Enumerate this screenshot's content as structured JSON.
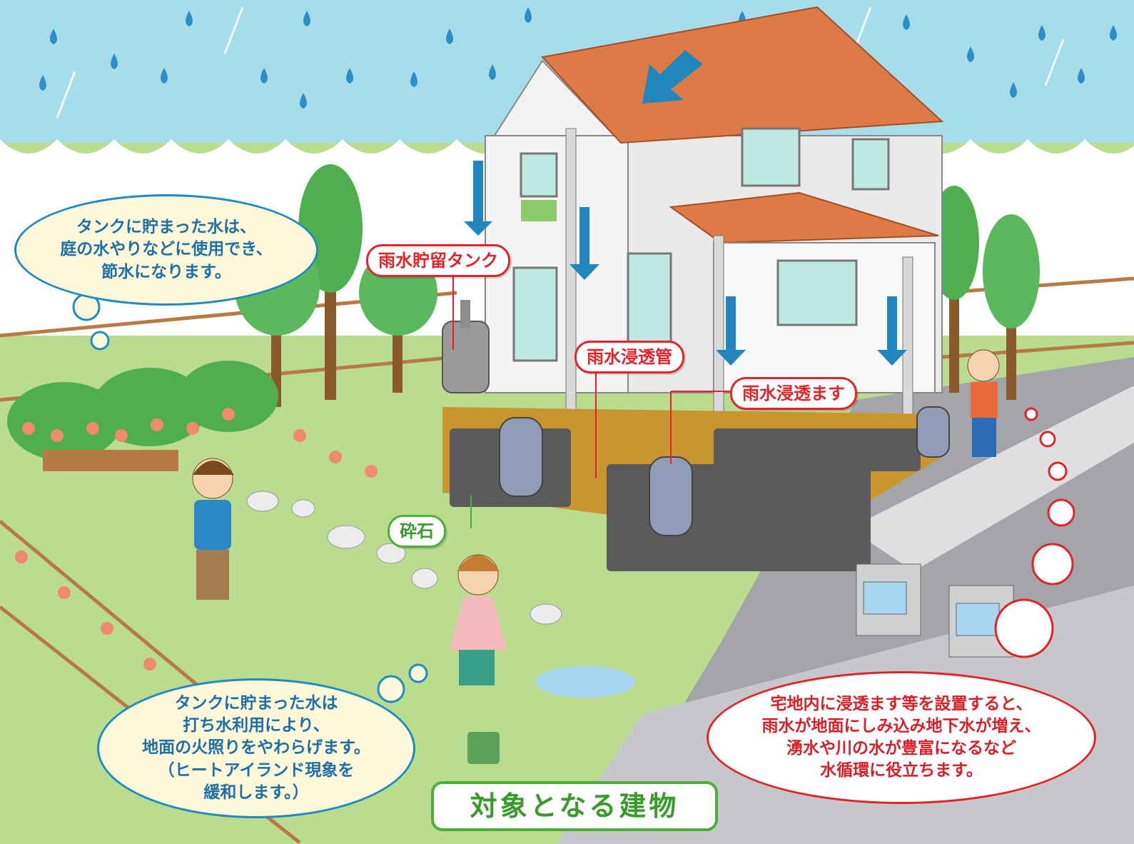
{
  "labels": {
    "rain_tank": "雨水貯留タンク",
    "infiltration_pipe": "雨水浸透管",
    "infiltration_basin": "雨水浸透ます",
    "gravel": "砕石"
  },
  "bubbles": {
    "garden_watering": [
      "タンクに貯まった水は、",
      "庭の水やりなどに使用でき、",
      "節水になります。"
    ],
    "heat_island": [
      "タンクに貯まった水は",
      "打ち水利用により、",
      "地面の火照りをやわらげます。",
      "（ヒートアイランド現象を",
      "緩和します。）"
    ],
    "water_cycle": [
      "宅地内に浸透ます等を設置すると、",
      "雨水が地面にしみ込み地下水が増え、",
      "湧水や川の水が豊富になるなど",
      "水循環に役立ちます。"
    ]
  },
  "footer": {
    "title": "対象となる建物"
  },
  "colors": {
    "sky": "#a7dceb",
    "grass": "#b9dc8f",
    "roof": "#de7a45",
    "label_red": "#e2232a",
    "bubble_blue": "#1d8bc4",
    "arrow_blue": "#1f86be",
    "accent_green": "#4caf3a"
  }
}
